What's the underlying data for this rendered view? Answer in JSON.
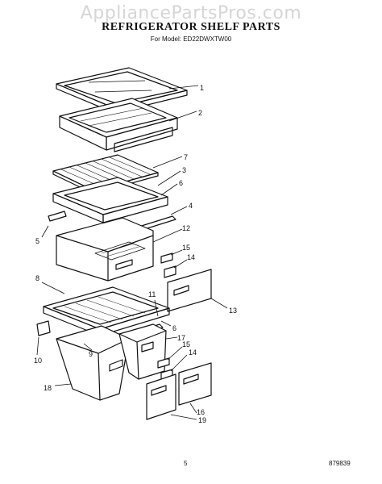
{
  "watermark": "AppliancePartsPros.com",
  "title": "REFRIGERATOR SHELF PARTS",
  "subtitle": "For Model: ED22DWXTW00",
  "callouts": [
    "1",
    "2",
    "7",
    "3",
    "6",
    "4",
    "5",
    "12",
    "15",
    "14",
    "8",
    "11",
    "13",
    "6",
    "10",
    "9",
    "17",
    "15",
    "14",
    "18",
    "16",
    "19"
  ],
  "page_number": "5",
  "ref_code": "879839"
}
